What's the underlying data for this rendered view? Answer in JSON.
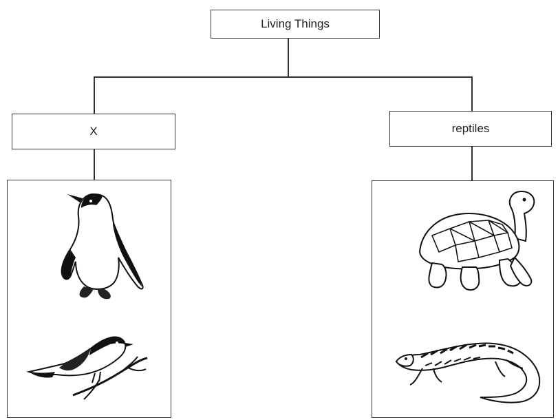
{
  "diagram": {
    "root_label": "Living Things",
    "left_label": "X",
    "right_label": "reptiles",
    "left_animals": [
      "penguin-illustration",
      "sparrow-illustration"
    ],
    "right_animals": [
      "tortoise-illustration",
      "lizard-illustration"
    ]
  }
}
